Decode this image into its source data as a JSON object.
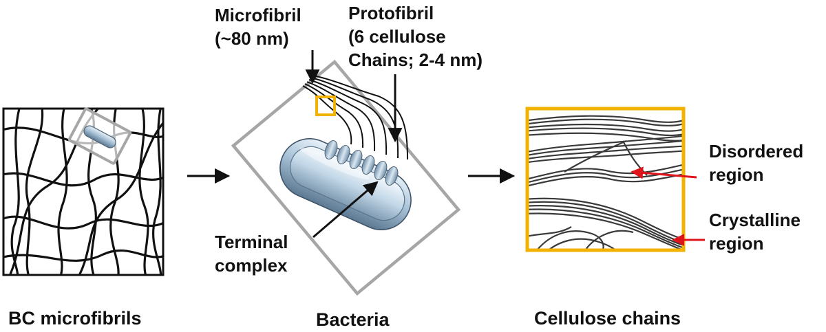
{
  "panels": {
    "left": {
      "caption": "BC microfibrils"
    },
    "middle": {
      "caption": "Bacteria",
      "labels": {
        "microfibril": [
          "Microfibril",
          "(~80 nm)"
        ],
        "protofibril": [
          "Protofibril",
          "(6 cellulose",
          "Chains; 2-4 nm)"
        ],
        "terminal_complex": [
          "Terminal",
          "complex"
        ]
      }
    },
    "right": {
      "caption": "Cellulose chains",
      "labels": {
        "disordered": [
          "Disordered",
          "region"
        ],
        "crystalline": [
          "Crystalline",
          "region"
        ]
      }
    }
  },
  "colors": {
    "frame_orange": "#f2b200",
    "frame_gray": "#a6a6a6",
    "arrow_red": "#e0141b",
    "line_dark": "#111111",
    "chain_gray": "#3a3a3a",
    "bacterium_blue": "#9fbad0"
  }
}
